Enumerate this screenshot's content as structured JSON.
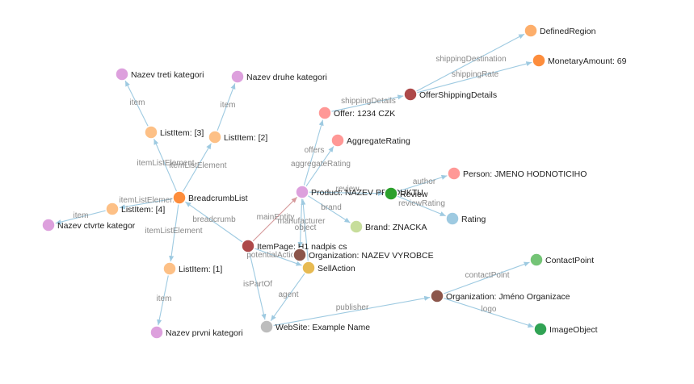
{
  "graph": {
    "colors": {
      "edge_default": "#9ecae1",
      "edge_highlight": "#d6999b",
      "edge_label": "#8a8a8a",
      "node_label": "#222222"
    },
    "nodes": [
      {
        "id": "itempage",
        "label": "ItemPage: H1 nadpis cs",
        "color": "#ad494a",
        "icon": "itempage-node"
      },
      {
        "id": "breadcrumblist",
        "label": "BreadcrumbList",
        "color": "#fd8d3c",
        "icon": "breadcrumblist-node"
      },
      {
        "id": "listitem3",
        "label": "ListItem: [3]",
        "color": "#fdc086",
        "icon": "listitem-node"
      },
      {
        "id": "listitem2",
        "label": "ListItem: [2]",
        "color": "#fdc086",
        "icon": "listitem-node"
      },
      {
        "id": "listitem4",
        "label": "ListItem: [4]",
        "color": "#fdc086",
        "icon": "listitem-node"
      },
      {
        "id": "listitem1",
        "label": "ListItem: [1]",
        "color": "#fdc086",
        "icon": "listitem-node"
      },
      {
        "id": "nazev3",
        "label": "Nazev treti kategori",
        "color": "#dda0dd",
        "icon": "thing-node"
      },
      {
        "id": "nazev2",
        "label": "Nazev druhe kategori",
        "color": "#dda0dd",
        "icon": "thing-node"
      },
      {
        "id": "nazev4",
        "label": "Nazev ctvrte kategor",
        "color": "#dda0dd",
        "icon": "thing-node"
      },
      {
        "id": "nazev1",
        "label": "Nazev prvni kategori",
        "color": "#dda0dd",
        "icon": "thing-node"
      },
      {
        "id": "product",
        "label": "Product: NAZEV PRODUKTU",
        "color": "#dda0dd",
        "icon": "product-node"
      },
      {
        "id": "offer",
        "label": "Offer: 1234 CZK",
        "color": "#ff9896",
        "icon": "offer-node"
      },
      {
        "id": "aggrating",
        "label": "AggregateRating",
        "color": "#ff9896",
        "icon": "aggregaterating-node"
      },
      {
        "id": "review",
        "label": "Review",
        "color": "#2ca02c",
        "icon": "review-node"
      },
      {
        "id": "person",
        "label": "Person: JMENO HODNOTICIHO",
        "color": "#ff9896",
        "icon": "person-node"
      },
      {
        "id": "rating",
        "label": "Rating",
        "color": "#9ecae1",
        "icon": "rating-node"
      },
      {
        "id": "brand",
        "label": "Brand: ZNACKA",
        "color": "#c7dd9b",
        "icon": "brand-node"
      },
      {
        "id": "offership",
        "label": "OfferShippingDetails",
        "color": "#ad494a",
        "icon": "offershippingdetails-node"
      },
      {
        "id": "definedregion",
        "label": "DefinedRegion",
        "color": "#fdae6b",
        "icon": "definedregion-node"
      },
      {
        "id": "monetary",
        "label": "MonetaryAmount: 69",
        "color": "#fd8d3c",
        "icon": "monetaryamount-node"
      },
      {
        "id": "orgmanuf",
        "label": "Organization: NAZEV VYROBCE",
        "color": "#8c564b",
        "icon": "organization-node"
      },
      {
        "id": "sellaction",
        "label": "SellAction",
        "color": "#e7ba52",
        "icon": "sellaction-node"
      },
      {
        "id": "website",
        "label": "WebSite: Example Name",
        "color": "#bdbdbd",
        "icon": "website-node"
      },
      {
        "id": "orgpub",
        "label": "Organization: Jméno Organizace",
        "color": "#8c564b",
        "icon": "organization-node"
      },
      {
        "id": "contactpoint",
        "label": "ContactPoint",
        "color": "#74c476",
        "icon": "contactpoint-node"
      },
      {
        "id": "imageobject",
        "label": "ImageObject",
        "color": "#31a354",
        "icon": "imageobject-node"
      }
    ],
    "edges": [
      {
        "from": "itempage",
        "to": "breadcrumblist",
        "label": "breadcrumb",
        "highlight": false
      },
      {
        "from": "breadcrumblist",
        "to": "listitem3",
        "label": "itemListElement",
        "highlight": false
      },
      {
        "from": "breadcrumblist",
        "to": "listitem2",
        "label": "itemListElement",
        "highlight": false
      },
      {
        "from": "breadcrumblist",
        "to": "listitem4",
        "label": "itemListElement",
        "highlight": false
      },
      {
        "from": "breadcrumblist",
        "to": "listitem1",
        "label": "itemListElement",
        "highlight": false
      },
      {
        "from": "listitem3",
        "to": "nazev3",
        "label": "item",
        "highlight": false
      },
      {
        "from": "listitem2",
        "to": "nazev2",
        "label": "item",
        "highlight": false
      },
      {
        "from": "listitem4",
        "to": "nazev4",
        "label": "item",
        "highlight": false
      },
      {
        "from": "listitem1",
        "to": "nazev1",
        "label": "item",
        "highlight": false
      },
      {
        "from": "itempage",
        "to": "product",
        "label": "mainEntity",
        "highlight": true
      },
      {
        "from": "product",
        "to": "offer",
        "label": "offers",
        "highlight": false
      },
      {
        "from": "product",
        "to": "aggrating",
        "label": "aggregateRating",
        "highlight": false
      },
      {
        "from": "product",
        "to": "review",
        "label": "review",
        "highlight": false
      },
      {
        "from": "product",
        "to": "brand",
        "label": "brand",
        "highlight": false
      },
      {
        "from": "product",
        "to": "orgmanuf",
        "label": "manufacturer",
        "highlight": false
      },
      {
        "from": "review",
        "to": "person",
        "label": "author",
        "highlight": false
      },
      {
        "from": "review",
        "to": "rating",
        "label": "reviewRating",
        "highlight": false
      },
      {
        "from": "offer",
        "to": "offership",
        "label": "shippingDetails",
        "highlight": false
      },
      {
        "from": "offership",
        "to": "definedregion",
        "label": "shippingDestination",
        "highlight": false
      },
      {
        "from": "offership",
        "to": "monetary",
        "label": "shippingRate",
        "highlight": false
      },
      {
        "from": "itempage",
        "to": "sellaction",
        "label": "potentialAction",
        "highlight": false
      },
      {
        "from": "sellaction",
        "to": "product",
        "label": "object",
        "highlight": false
      },
      {
        "from": "sellaction",
        "to": "website",
        "label": "agent",
        "highlight": false
      },
      {
        "from": "itempage",
        "to": "website",
        "label": "isPartOf",
        "highlight": false
      },
      {
        "from": "website",
        "to": "orgpub",
        "label": "publisher",
        "highlight": false
      },
      {
        "from": "orgpub",
        "to": "contactpoint",
        "label": "contactPoint",
        "highlight": false
      },
      {
        "from": "orgpub",
        "to": "imageobject",
        "label": "logo",
        "highlight": false
      }
    ]
  }
}
